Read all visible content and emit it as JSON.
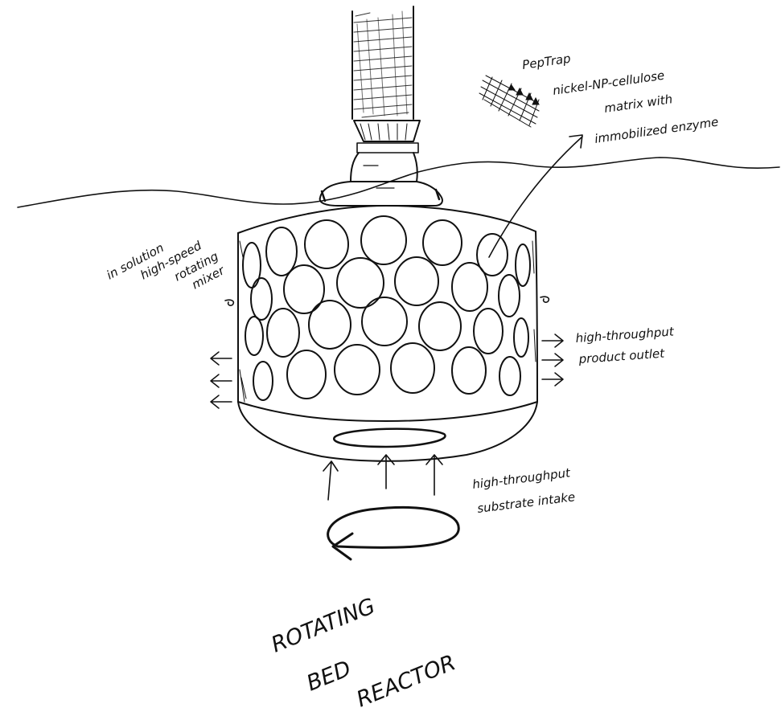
{
  "diagram": {
    "title_lines": [
      "ROTATING",
      "BED",
      "REACTOR"
    ],
    "label_peptrap": [
      "PepTrap",
      "nickel-NP-cellulose",
      "matrix with",
      "immobilized enzyme"
    ],
    "label_mixer": [
      "in solution",
      "high-speed",
      "rotating",
      "mixer"
    ],
    "label_outlet": [
      "high-throughput",
      "product outlet"
    ],
    "label_intake": [
      "high-throughput",
      "substrate intake"
    ]
  }
}
